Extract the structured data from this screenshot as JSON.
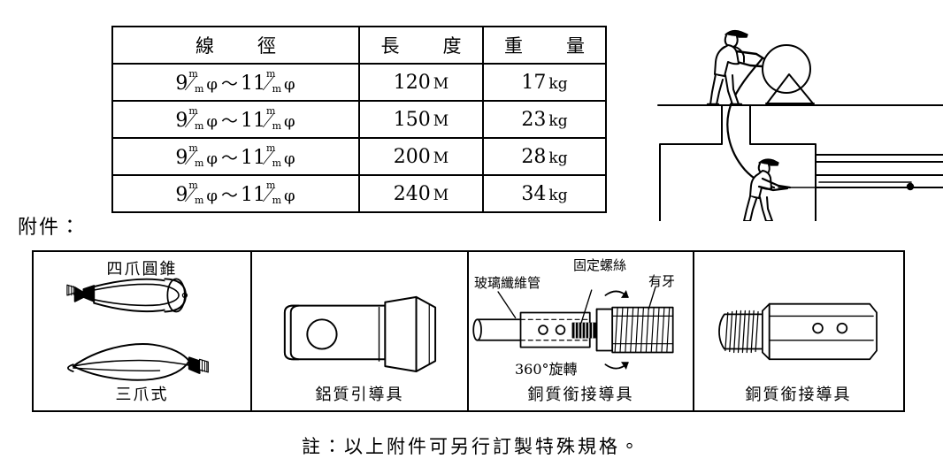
{
  "spec_table": {
    "columns": [
      "線　徑",
      "長　度",
      "重　量"
    ],
    "rows": [
      {
        "diameter_from": "9",
        "diameter_to": "11",
        "diameter_unit": "m/m φ",
        "length": "120",
        "length_unit": "M",
        "weight": "17",
        "weight_unit": "kg"
      },
      {
        "diameter_from": "9",
        "diameter_to": "11",
        "diameter_unit": "m/m φ",
        "length": "150",
        "length_unit": "M",
        "weight": "23",
        "weight_unit": "kg"
      },
      {
        "diameter_from": "9",
        "diameter_to": "11",
        "diameter_unit": "m/m φ",
        "length": "200",
        "length_unit": "M",
        "weight": "28",
        "weight_unit": "kg"
      },
      {
        "diameter_from": "9",
        "diameter_to": "11",
        "diameter_unit": "m/m φ",
        "length": "240",
        "length_unit": "M",
        "weight": "34",
        "weight_unit": "kg"
      }
    ],
    "range_symbol": "～",
    "mm_numerator": "m",
    "mm_denominator": "m",
    "phi_symbol": "φ"
  },
  "attachments": {
    "heading": "附件：",
    "panels": [
      {
        "id": "claw-tools",
        "caption_top": "四爪圓錐",
        "caption_bottom": "三爪式"
      },
      {
        "id": "aluminum-guide",
        "caption_bottom": "鋁質引導具"
      },
      {
        "id": "brass-swivel-guide",
        "caption_bottom": "銅質銜接導具",
        "annotations": {
          "fiberglass_tube": "玻璃纖維管",
          "fixing_screw": "固定螺絲",
          "threaded": "有牙",
          "rotation": "360°旋轉"
        }
      },
      {
        "id": "brass-connector-guide",
        "caption_bottom": "銅質銜接導具"
      }
    ]
  },
  "footer": {
    "note": "註：以上附件可另行訂製特殊規格。"
  },
  "scene": {
    "description": "cable-pulling-illustration",
    "elements": [
      "upper-worker",
      "cable-reel",
      "reel-stand",
      "ground-line",
      "manhole",
      "lower-worker",
      "duct-bank",
      "cable"
    ]
  }
}
